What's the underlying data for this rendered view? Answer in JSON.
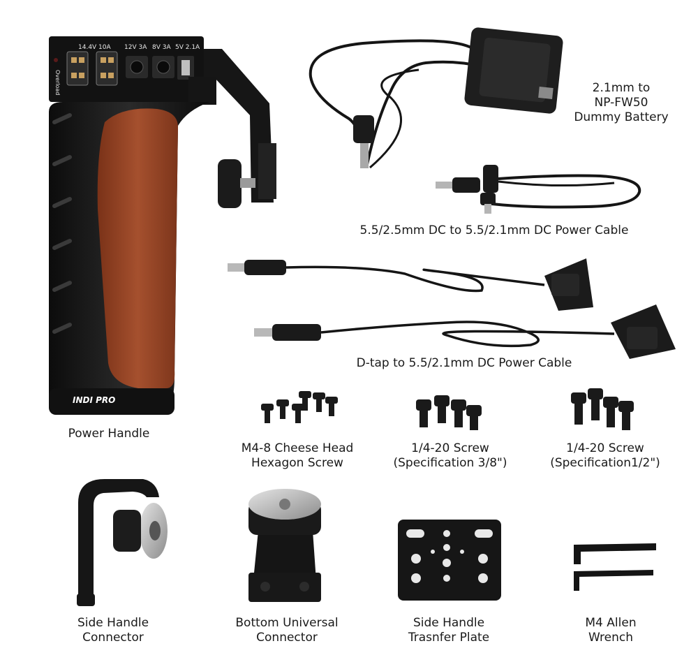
{
  "brand": "INDI PRO",
  "handle_ports": {
    "port_labels": [
      "14.4V 10A",
      "12V 3A",
      "8V 3A",
      "5V 2.1A"
    ],
    "indicator_label": "Overload"
  },
  "items": [
    {
      "id": "power-handle",
      "lines": [
        "Power Handle"
      ]
    },
    {
      "id": "dummy-battery",
      "lines": [
        "2.1mm to",
        "NP-FW50",
        "Dummy Battery"
      ]
    },
    {
      "id": "dc-power-cable",
      "lines": [
        "5.5/2.5mm DC to 5.5/2.1mm DC Power Cable"
      ]
    },
    {
      "id": "dtap-cable",
      "lines": [
        "D-tap to 5.5/2.1mm DC Power Cable"
      ]
    },
    {
      "id": "m4-screw",
      "lines": [
        "M4-8 Cheese Head",
        "Hexagon Screw"
      ]
    },
    {
      "id": "screw-38",
      "lines": [
        "1/4-20 Screw",
        "(Specification 3/8\")"
      ]
    },
    {
      "id": "screw-12",
      "lines": [
        "1/4-20 Screw",
        "(Specification1/2\")"
      ]
    },
    {
      "id": "side-handle-connector",
      "lines": [
        "Side Handle",
        "Connector"
      ]
    },
    {
      "id": "bottom-universal-connector",
      "lines": [
        "Bottom Universal",
        "Connector"
      ]
    },
    {
      "id": "transfer-plate",
      "lines": [
        "Side Handle",
        "Trasnfer Plate"
      ]
    },
    {
      "id": "allen-wrench",
      "lines": [
        "M4 Allen",
        "Wrench"
      ]
    }
  ]
}
